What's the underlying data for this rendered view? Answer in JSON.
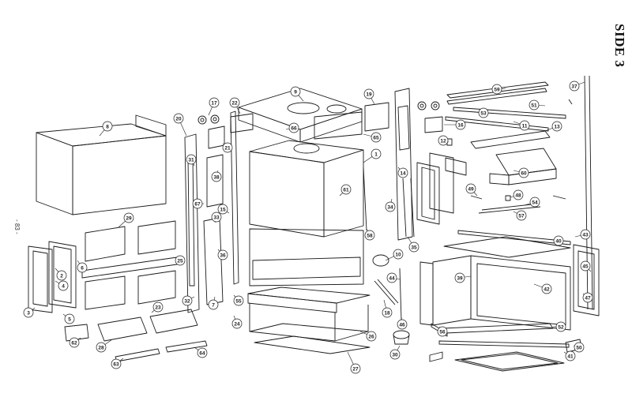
{
  "page": {
    "title": "SIDE 3",
    "page_number": "- 83 -"
  },
  "callouts": [
    "1",
    "2",
    "3",
    "4",
    "5",
    "6",
    "7",
    "8",
    "9",
    "10",
    "11",
    "12",
    "13",
    "14",
    "15",
    "16",
    "17",
    "18",
    "19",
    "20",
    "21",
    "22",
    "23",
    "24",
    "25",
    "26",
    "27",
    "28",
    "29",
    "30",
    "31",
    "32",
    "33",
    "34",
    "35",
    "36",
    "37",
    "38",
    "39",
    "40",
    "41",
    "42",
    "43",
    "44",
    "45",
    "46",
    "47",
    "48",
    "49",
    "50",
    "51",
    "52",
    "53",
    "54",
    "55",
    "56",
    "57",
    "58",
    "59",
    "60",
    "61",
    "62",
    "63",
    "64",
    "65",
    "66",
    "67"
  ],
  "colors": {
    "line": "#1a1a1a",
    "background": "#ffffff"
  }
}
